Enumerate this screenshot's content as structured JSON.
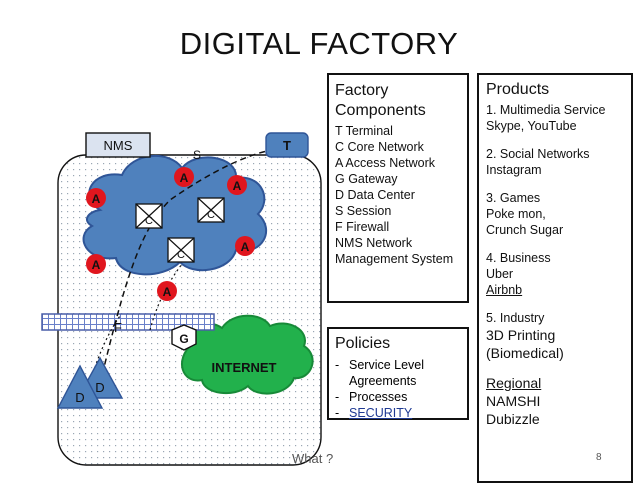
{
  "title": "DIGITAL FACTORY",
  "components": {
    "heading_1": "Factory",
    "heading_2": "Components",
    "lines": [
      "T Terminal",
      "C Core Network",
      "A Access Network",
      "G Gateway",
      "D Data Center",
      "S Session",
      "F Firewall",
      "NMS Network",
      "Management System"
    ]
  },
  "products": {
    "heading": "Products",
    "groups": [
      [
        "1. Multimedia Service",
        "Skype, YouTube"
      ],
      [
        "2. Social Networks",
        "Instagram"
      ],
      [
        "3. Games",
        "Poke mon,",
        "Crunch Sugar"
      ],
      [
        "4. Business",
        "Uber",
        "Airbnb"
      ],
      [
        "5. Industry",
        "3D Printing",
        "(Biomedical)"
      ],
      [
        "Regional",
        "NAMSHI",
        "Dubizzle"
      ]
    ]
  },
  "policies": {
    "heading": "Policies",
    "items": [
      [
        "-",
        "Service Level"
      ],
      [
        "",
        "Agreements"
      ],
      [
        "-",
        "Processes"
      ],
      [
        "-",
        "SECURITY"
      ]
    ]
  },
  "diagram": {
    "nms": "NMS",
    "terminal": "T",
    "session": "S",
    "access": "A",
    "core": "C",
    "firewall": "F",
    "gateway": "G",
    "internet": "INTERNET",
    "datacenter": "D"
  },
  "footer": {
    "question": "What ?",
    "page": "8"
  },
  "colors": {
    "cloud_blue": "#4f81bd",
    "internet_green": "#22b14c",
    "access_red": "#e0161e",
    "firewall_blue": "#6a80c9"
  }
}
